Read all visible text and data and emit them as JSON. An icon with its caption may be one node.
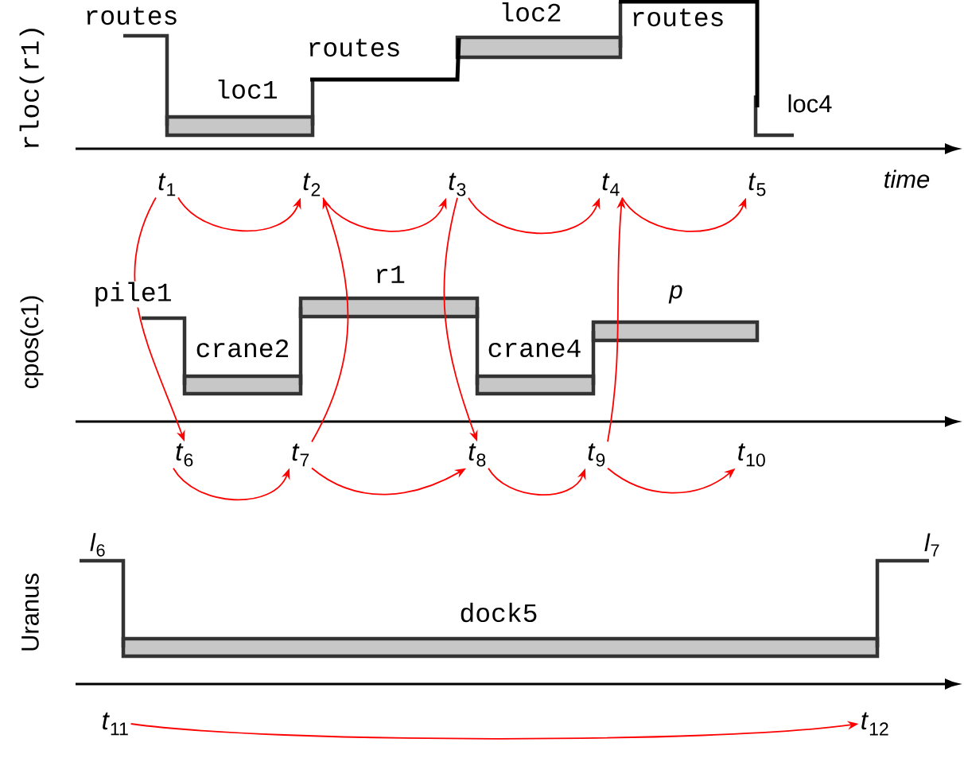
{
  "diagram": {
    "nodes": [
      {
        "text": [
          "*t*$_{1}$"
        ]
      },
      {
        "text": [
          "*t*$_{2}$"
        ]
      },
      {
        "text": [
          "*t*$_{3}$"
        ]
      },
      {
        "text": [
          "*t*$_{4}$"
        ]
      },
      {
        "text": [
          "*t*$_{5}$"
        ]
      },
      {
        "text": [
          "*t*$_{6}$"
        ]
      },
      {
        "text": [
          "*t*$_{7}$"
        ]
      },
      {
        "text": [
          "*t*$_{8}$"
        ]
      },
      {
        "text": [
          "*t*$_{9}$"
        ]
      },
      {
        "text": [
          "*t*$_{10}$"
        ]
      },
      {
        "text": [
          "*t*$_{11}$"
        ]
      },
      {
        "text": [
          "*t*$_{12}$"
        ]
      }
    ],
    "edges": [
      {
        "from": 0,
        "to": 1,
        "arrow": "to",
        "color": "#ff0000"
      },
      {
        "from": 1,
        "to": 2,
        "arrow": "to",
        "color": "#ff0000"
      },
      {
        "from": 2,
        "to": 3,
        "arrow": "to",
        "color": "#ff0000"
      },
      {
        "from": 3,
        "to": 4,
        "arrow": "to",
        "color": "#ff0000"
      },
      {
        "from": 0,
        "to": 5,
        "arrow": "to",
        "color": "#ff0000"
      },
      {
        "from": 6,
        "to": 1,
        "arrow": "to",
        "color": "#ff0000"
      },
      {
        "from": 2,
        "to": 7,
        "arrow": "to",
        "color": "#ff0000"
      },
      {
        "from": 8,
        "to": 3,
        "arrow": "to",
        "color": "#ff0000"
      },
      {
        "from": 5,
        "to": 6,
        "arrow": "to",
        "color": "#ff0000"
      },
      {
        "from": 6,
        "to": 7,
        "arrow": "to",
        "color": "#ff0000"
      },
      {
        "from": 7,
        "to": 8,
        "arrow": "to",
        "color": "#ff0000"
      },
      {
        "from": 8,
        "to": 9,
        "arrow": "to",
        "color": "#ff0000"
      },
      {
        "from": 10,
        "to": 11,
        "arrow": "to",
        "color": "#ff0000"
      }
    ],
    "labels": [
      "routes",
      "loc2",
      "routes",
      "routes",
      "loc1",
      "rloc(r1)",
      "loc4",
      "time",
      "r1",
      "pile1",
      "p",
      "crane2",
      "crane4",
      "cpos(c1)",
      "*l*$_{6}$",
      "*l*$_{7}$",
      "dock5",
      "Uranus"
    ]
  }
}
